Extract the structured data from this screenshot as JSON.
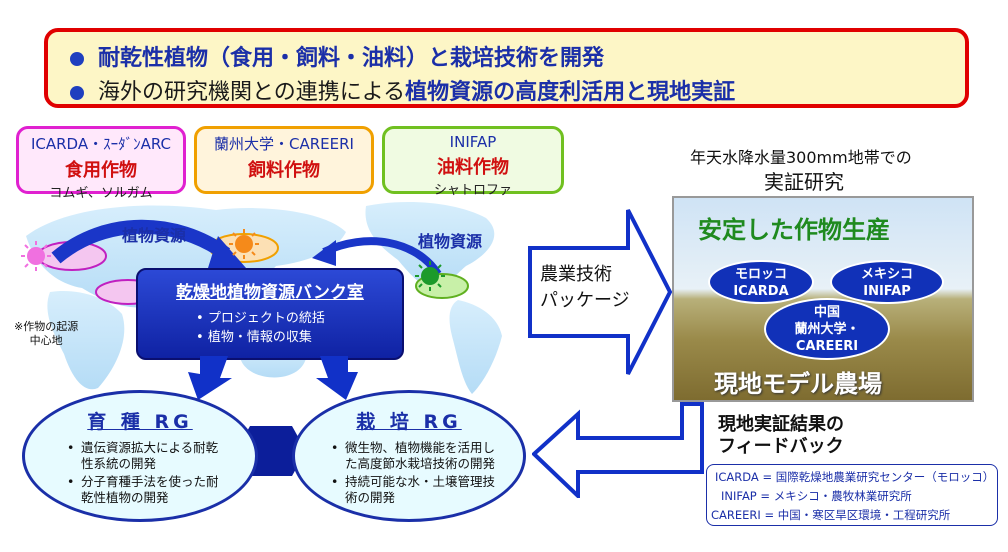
{
  "banner": {
    "line1": "耐乾性植物（食用・飼料・油料）と栽培技術を開発",
    "line2_a": "海外の研究機関との連携による",
    "line2_b": "植物資源の高度利活用と現地実証"
  },
  "crops": [
    {
      "org": "ICARDA・ｽｰﾀﾞﾝARC",
      "type": "食用作物",
      "examples": "コムギ、ソルガム",
      "color": "#e020d0"
    },
    {
      "org": "蘭州大学・CAREERI",
      "type": "飼料作物",
      "examples": "",
      "color": "#f0a000"
    },
    {
      "org": "INIFAP",
      "type": "油料作物",
      "examples": "シャトロファ",
      "color": "#70c020"
    }
  ],
  "map": {
    "label_left": "植物資源",
    "label_right": "植物資源",
    "origin_note_1": "※作物の起源",
    "origin_note_2": "中心地",
    "bank_title": "乾燥地植物資源バンク室",
    "bank_items": [
      "プロジェクトの統括",
      "植物・情報の収集"
    ]
  },
  "rg_breeding": {
    "title": "育 種 RG",
    "items": [
      "遺伝資源拡大による耐乾性系統の開発",
      "分子育種手法を使った耐乾性植物の開発"
    ]
  },
  "rg_cultivation": {
    "title": "栽 培 RG",
    "items": [
      "微生物、植物機能を活用した高度節水栽培技術の開発",
      "持続可能な水・土壌管理技術の開発"
    ]
  },
  "package": {
    "line1": "農業技術",
    "line2": "パッケージ"
  },
  "field": {
    "caption1": "年天水降水量300mm地帯での",
    "caption2": "実証研究",
    "headline": "安定した作物生産",
    "site1_a": "モロッコ",
    "site1_b": "ICARDA",
    "site2_a": "メキシコ",
    "site2_b": "INIFAP",
    "site3_a": "中国",
    "site3_b": "蘭州大学・",
    "site3_c": "CAREERI",
    "model_farm": "現地モデル農場"
  },
  "feedback": {
    "line1": "現地実証結果の",
    "line2": "フィードバック"
  },
  "legend": [
    "ICARDA = 国際乾燥地農業研究センター（モロッコ）",
    "INIFAP = メキシコ・農牧林業研究所",
    "CAREERI = 中国・寒区旱区環境・工程研究所"
  ],
  "colors": {
    "accent_blue": "#1b2fa8",
    "banner_border": "#e00000",
    "headline_green": "#1f8a1f"
  }
}
